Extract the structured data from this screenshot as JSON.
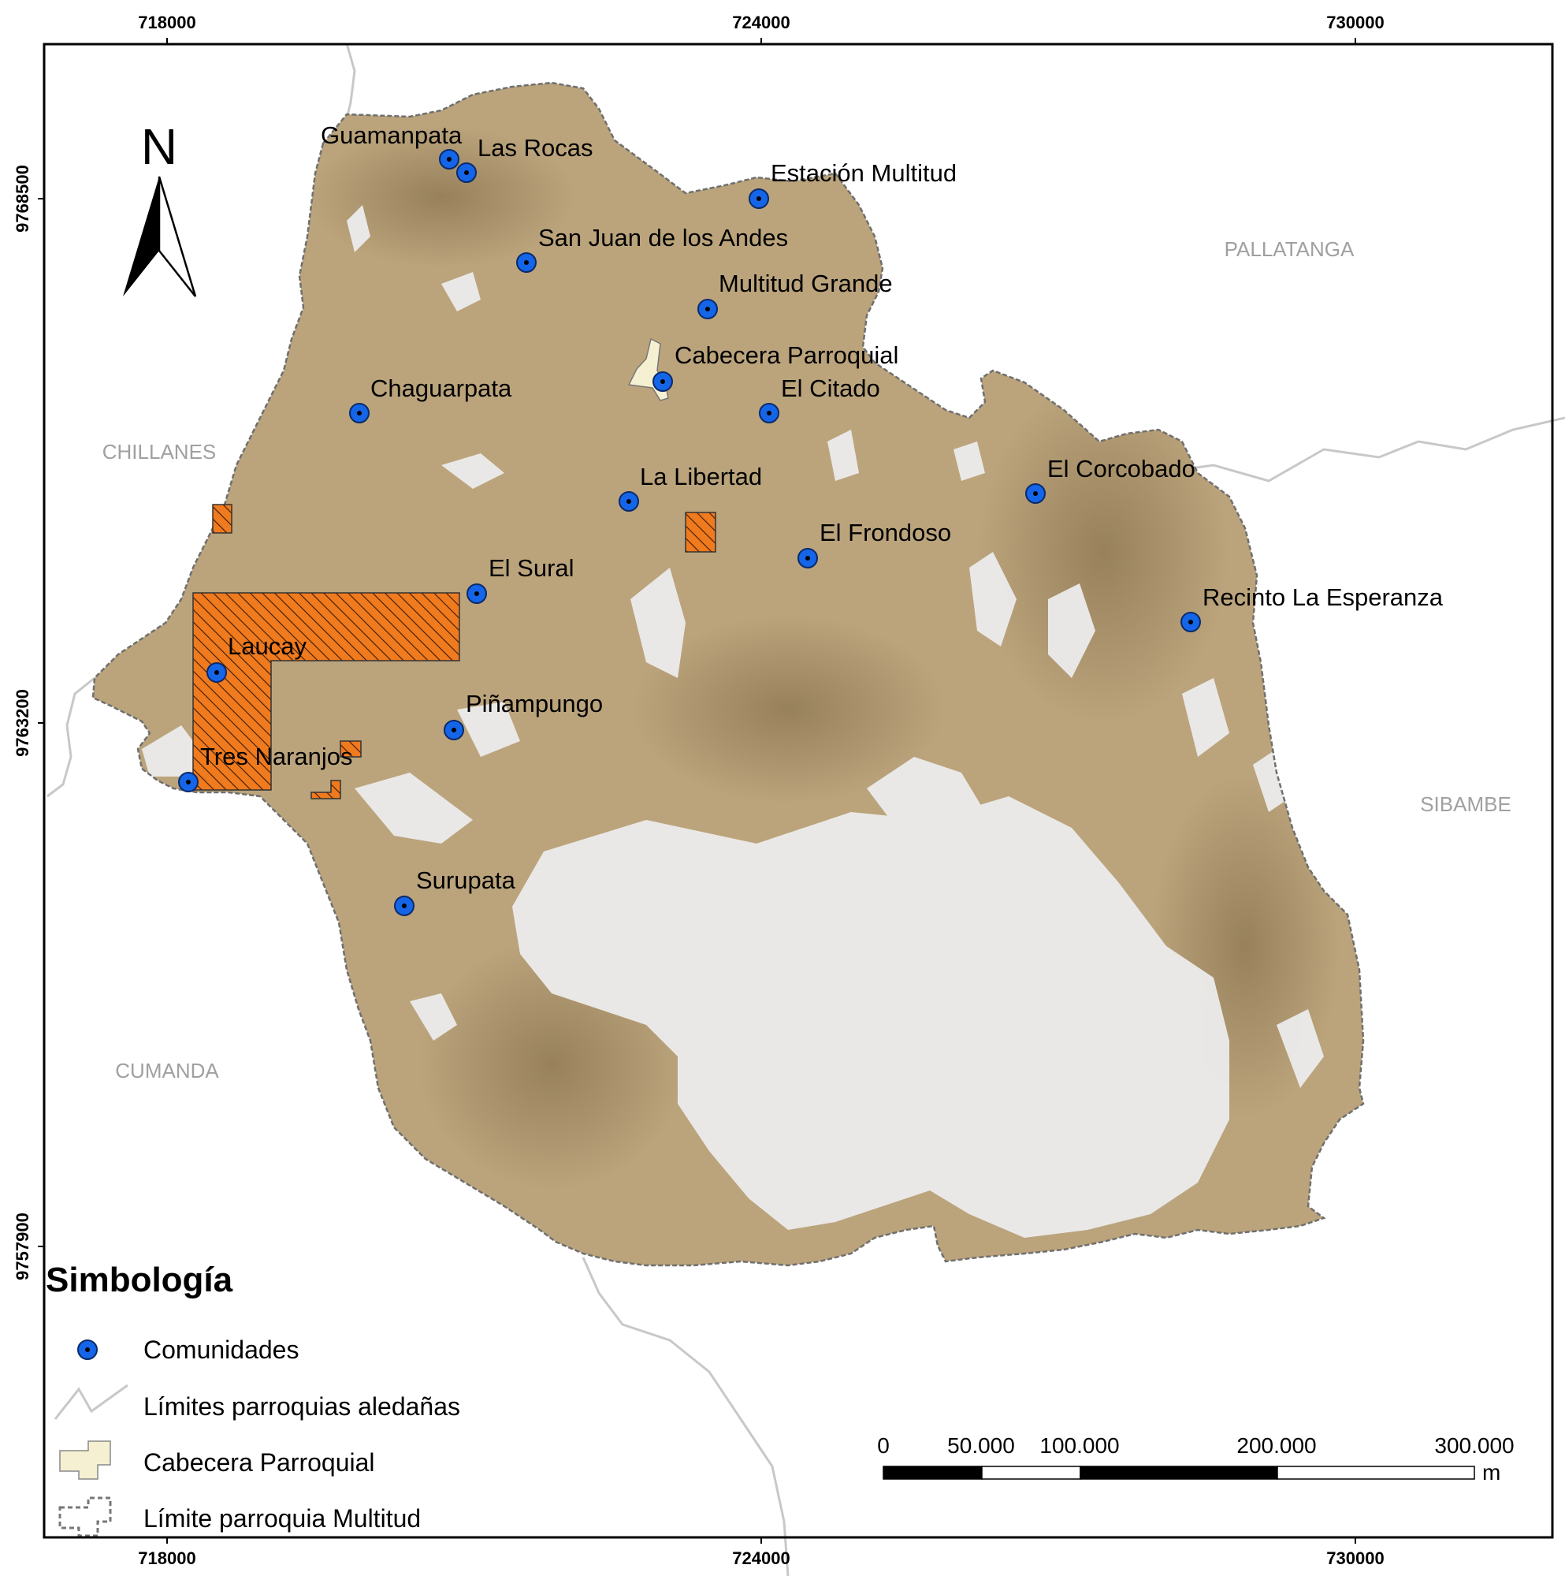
{
  "axes": {
    "x_ticks": [
      "718000",
      "724000",
      "730000"
    ],
    "y_ticks": [
      "9768500",
      "9763200",
      "9757900"
    ]
  },
  "north_arrow": {
    "label": "N"
  },
  "regions": [
    "PALLATANGA",
    "CHILLANES",
    "SIBAMBE",
    "CUMANDA"
  ],
  "communities": [
    "Guamanpata",
    "Las Rocas",
    "Estación Multitud",
    "San Juan de los Andes",
    "Multitud Grande",
    "Cabecera Parroquial",
    "Chaguarpata",
    "El Citado",
    "La Libertad",
    "El Corcobado",
    "El Frondoso",
    "El Sural",
    "Recinto La Esperanza",
    "Laucay",
    "Piñampungo",
    "Tres Naranjos",
    "Surupata"
  ],
  "legend": {
    "title": "Simbología",
    "items": [
      {
        "label": "Comunidades",
        "icon": "community-point-icon"
      },
      {
        "label": "Límites parroquias aledañas",
        "icon": "boundary-line-icon"
      },
      {
        "label": "Cabecera Parroquial",
        "icon": "parish-seat-polygon-icon"
      },
      {
        "label": "Límite parroquia Multitud",
        "icon": "parish-boundary-dashed-icon"
      }
    ]
  },
  "scale_bar": {
    "labels": [
      "0",
      "50.000",
      "100.000",
      "200.000",
      "300.000"
    ],
    "unit": "m"
  },
  "colors": {
    "terrain": "#bba47c",
    "terrain_shadow": "#8c7650",
    "community_fill": "#1565e8",
    "hatch_fill": "#f07a1e",
    "cabecera_fill": "#f5f0d2",
    "boundary_gray": "#c8c8c8"
  }
}
